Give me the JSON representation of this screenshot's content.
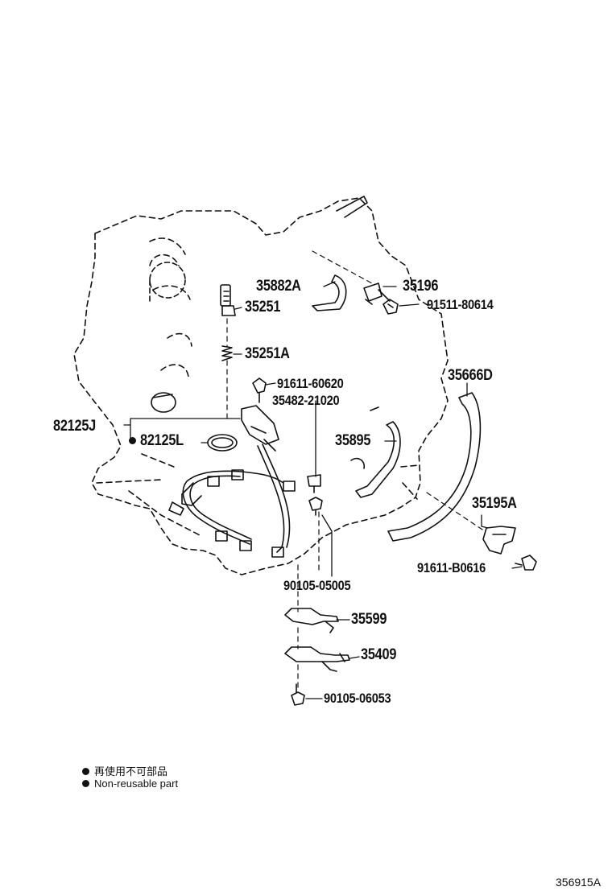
{
  "parts": {
    "p35882a": "35882A",
    "p35196": "35196",
    "p91511_80614": "91511-80614",
    "p35251": "35251",
    "p35251a": "35251A",
    "p91611_60620": "91611-60620",
    "p35482_21020": "35482-21020",
    "p82125j": "82125J",
    "p82125l": "82125L",
    "p35666d": "35666D",
    "p35895": "35895",
    "p35195a": "35195A",
    "p91611_b0616": "91611-B0616",
    "p90105_05005": "90105-05005",
    "p35599": "35599",
    "p35409": "35409",
    "p90105_06053": "90105-06053"
  },
  "legend": {
    "line_cn": "再使用不可部品",
    "line_en": "Non-reusable part"
  },
  "reference_number": "356915A"
}
